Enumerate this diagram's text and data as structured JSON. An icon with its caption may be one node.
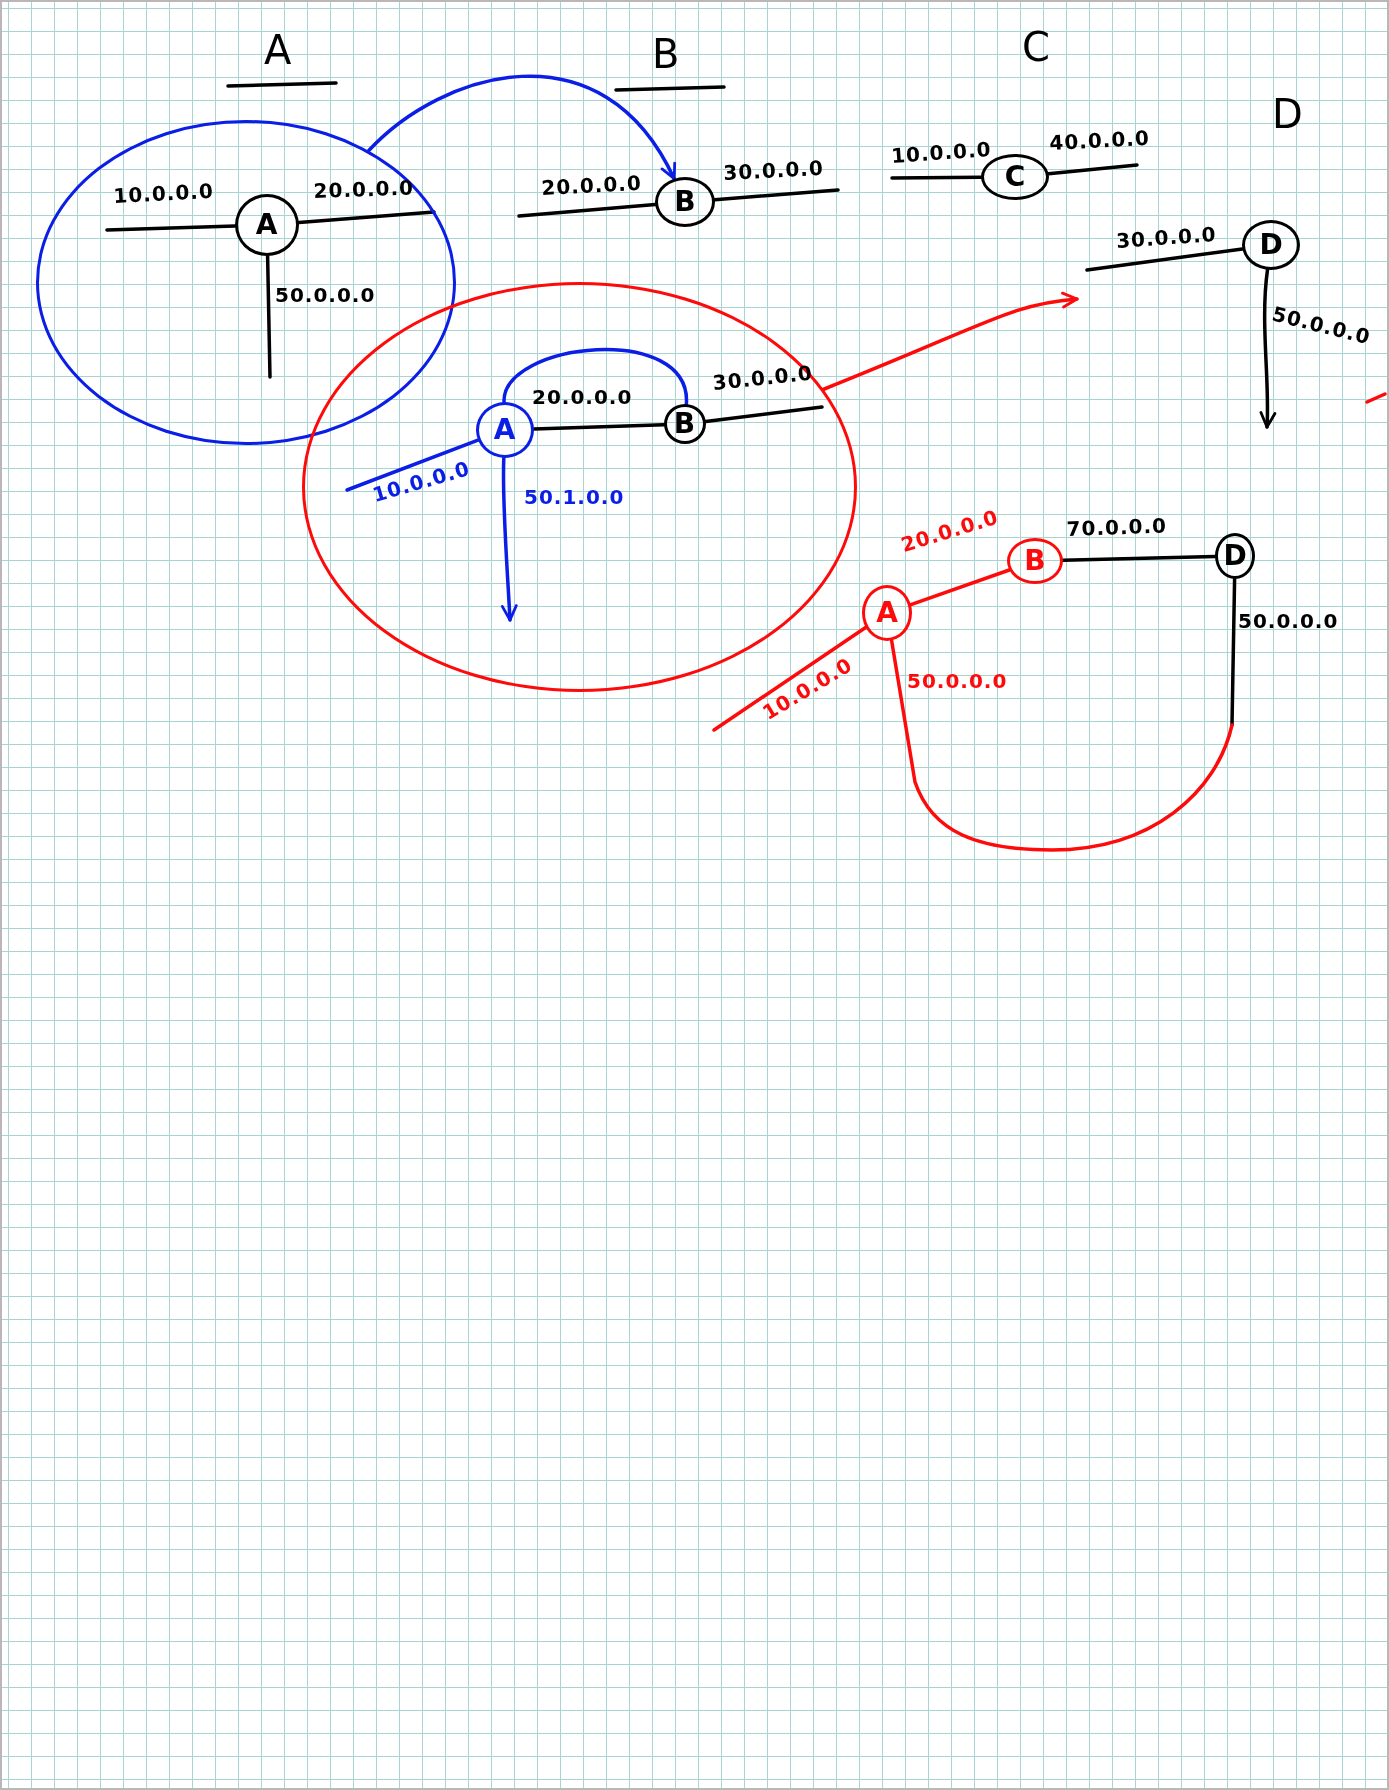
{
  "diagram": {
    "nodes": [
      {
        "text": [],
        "shape": "ellipse"
      },
      {
        "text": [
          "A"
        ],
        "in": 0
      },
      {
        "text": [
          "B"
        ]
      },
      {
        "text": [
          "C"
        ]
      },
      {
        "text": [
          "D"
        ]
      },
      {
        "text": [],
        "shape": "ellipse"
      },
      {
        "text": [
          "A"
        ],
        "in": 5
      },
      {
        "text": [
          "B"
        ],
        "in": 5
      },
      {
        "text": [
          "A"
        ]
      },
      {
        "text": [
          "B"
        ]
      },
      {
        "text": [
          "D"
        ]
      }
    ],
    "edges": [
      {
        "from": 0,
        "to": 2,
        "arrow": "to",
        "color": "#0a1ee6"
      },
      {
        "from": 1,
        "to": null,
        "arrow": "none",
        "label": "10.0.0.0"
      },
      {
        "from": 1,
        "to": null,
        "arrow": "none",
        "label": "20.0.0.0"
      },
      {
        "from": 1,
        "to": null,
        "arrow": "none",
        "label": "50.0.0.0"
      },
      {
        "from": 2,
        "to": null,
        "arrow": "none",
        "label": "20.0.0.0"
      },
      {
        "from": 2,
        "to": null,
        "arrow": "none",
        "label": "30.0.0.0"
      },
      {
        "from": 3,
        "to": null,
        "arrow": "none",
        "label": "10.0.0.0"
      },
      {
        "from": 3,
        "to": null,
        "arrow": "none",
        "label": "40.0.0.0"
      },
      {
        "from": 4,
        "to": null,
        "arrow": "none",
        "label": "30.0.0.0"
      },
      {
        "from": 4,
        "to": null,
        "arrow": "to",
        "label": "50.0.0.0"
      },
      {
        "from": 5,
        "to": null,
        "arrow": "to",
        "color": "#ff0a0a"
      },
      {
        "from": 6,
        "to": 7,
        "arrow": "none",
        "color": "#0a1ee6"
      },
      {
        "from": 6,
        "to": 7,
        "arrow": "none",
        "label": "20.0.0.0"
      },
      {
        "from": 6,
        "to": null,
        "arrow": "none",
        "label": "10.0.0.0",
        "color": "#0a1ee6"
      },
      {
        "from": 6,
        "to": null,
        "arrow": "to",
        "label": "50.1.0.0",
        "color": "#0a1ee6"
      },
      {
        "from": 7,
        "to": null,
        "arrow": "none",
        "label": "30.0.0.0"
      },
      {
        "from": 8,
        "to": 9,
        "arrow": "none",
        "label": "20.0.0.0",
        "color": "#ff0a0a"
      },
      {
        "from": 8,
        "to": null,
        "arrow": "none",
        "label": "10.0.0.0",
        "color": "#ff0a0a"
      },
      {
        "from": 9,
        "to": 10,
        "arrow": "none",
        "label": "70.0.0.0"
      },
      {
        "from": 10,
        "to": null,
        "arrow": "none",
        "label": "50.0.0.0"
      },
      {
        "from": 8,
        "to": null,
        "arrow": "none",
        "label": "50.0.0.0",
        "color": "#ff0a0a"
      }
    ],
    "labels": [
      "A",
      "B",
      "C",
      "D"
    ]
  }
}
